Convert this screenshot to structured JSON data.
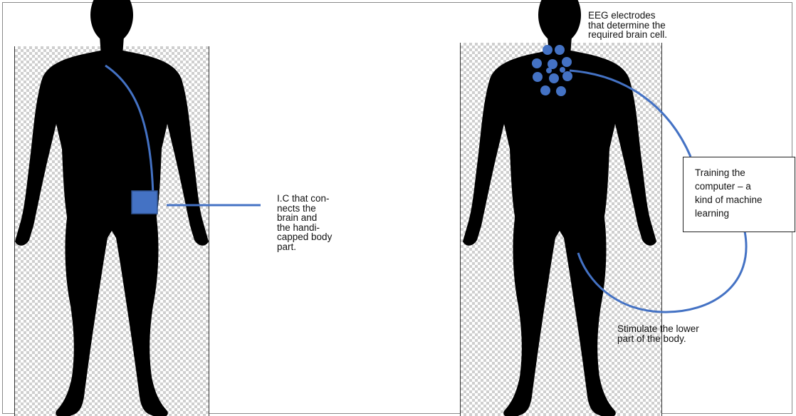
{
  "labels": {
    "ic_connector": "I.C that con-\nnects the\nbrain and\nthe handi-\ncapped body\npart.",
    "eeg_electrodes": "EEG electrodes\nthat determine the\nrequired brain cell.",
    "training": "Training the\ncomputer – a\nkind of machine\nlearning",
    "stimulate": "Stimulate the lower\npart of the body."
  },
  "colors": {
    "accent_blue": "#4472c4",
    "chip_blue": "#4472c4",
    "silhouette": "#000000"
  },
  "electrode_count": 12
}
